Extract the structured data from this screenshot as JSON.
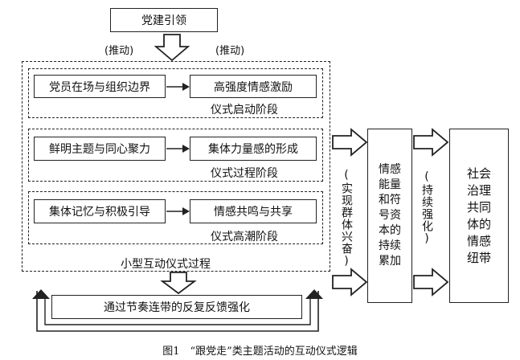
{
  "top_box": "党建引领",
  "push_left": "(推动)",
  "push_right": "(推动)",
  "outer_label": "小型互动仪式过程",
  "stages": [
    {
      "left": "党员在场与组织边界",
      "right": "高强度情感激励",
      "label": "仪式启动阶段"
    },
    {
      "left": "鲜明主题与同心聚力",
      "right": "集体力量感的形成",
      "label": "仪式过程阶段"
    },
    {
      "left": "集体记忆与积极引导",
      "right": "情感共鸣与共享",
      "label": "仪式高潮阶段"
    }
  ],
  "realize_label": "(实现群体兴奋)",
  "accumulate_box": "情感能量和符号资本的持续累加",
  "sustain_label": "(持续强化)",
  "result_box": "社会治理共同体的情感纽带",
  "feedback_box": "通过节奏连带的反复反馈强化",
  "caption": "图1　“跟党走”类主题活动的互动仪式逻辑"
}
